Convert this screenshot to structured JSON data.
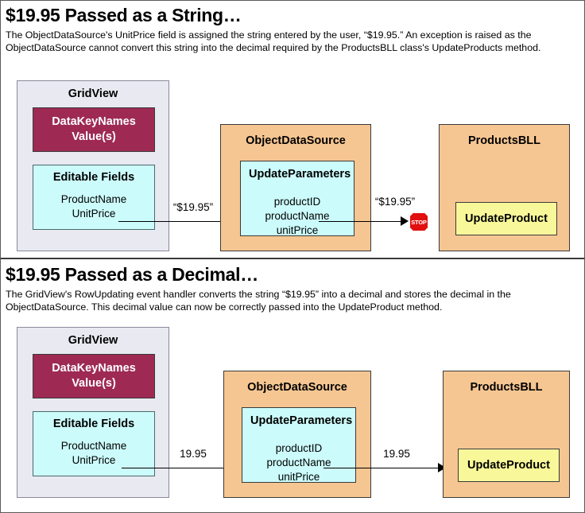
{
  "sections": [
    {
      "id": "string-case",
      "heading": "$19.95 Passed as a String…",
      "description": "The ObjectDataSource's UnitPrice field is assigned the string entered by the user, “$19.95.” An exception is raised as the ObjectDataSource cannot convert this string into the decimal required by the ProductsBLL class's UpdateProducts method.",
      "gridview": {
        "title": "GridView",
        "datakeynames": {
          "line1": "DataKeyNames",
          "line2": "Value(s)"
        },
        "editable": {
          "title": "Editable Fields",
          "field1": "ProductName",
          "field2": "UnitPrice"
        }
      },
      "objectdatasource": {
        "title": "ObjectDataSource",
        "updateparameters": {
          "title": "UpdateParameters",
          "param1": "productID",
          "param2": "productName",
          "param3": "unitPrice"
        }
      },
      "productsbll": {
        "title": "ProductsBLL",
        "method": "UpdateProduct"
      },
      "arrow1_label": "“$19.95”",
      "arrow2_label": "“$19.95”",
      "blocked": true,
      "stop_text": "STOP"
    },
    {
      "id": "decimal-case",
      "heading": "$19.95 Passed as a Decimal…",
      "description": "The GridView's RowUpdating event handler converts the string “$19.95” into a decimal and stores the decimal in the ObjectDataSource. This decimal value can now be correctly passed into the UpdateProduct method.",
      "gridview": {
        "title": "GridView",
        "datakeynames": {
          "line1": "DataKeyNames",
          "line2": "Value(s)"
        },
        "editable": {
          "title": "Editable Fields",
          "field1": "ProductName",
          "field2": "UnitPrice"
        }
      },
      "objectdatasource": {
        "title": "ObjectDataSource",
        "updateparameters": {
          "title": "UpdateParameters",
          "param1": "productID",
          "param2": "productName",
          "param3": "unitPrice"
        }
      },
      "productsbll": {
        "title": "ProductsBLL",
        "method": "UpdateProduct"
      },
      "arrow1_label": "19.95",
      "arrow2_label": "19.95",
      "blocked": false,
      "stop_text": ""
    }
  ],
  "colors": {
    "gridview_bg": "#e9e9f2",
    "datakeynames_bg": "#9e2a54",
    "editable_bg": "#ccfbfb",
    "objectdatasource_bg": "#f6c692",
    "updateparameters_bg": "#ccfbfb",
    "productsbll_bg": "#f6c692",
    "updateproduct_bg": "#f8f89a",
    "stop_sign": "#e10f0f",
    "arrow": "#000000"
  }
}
